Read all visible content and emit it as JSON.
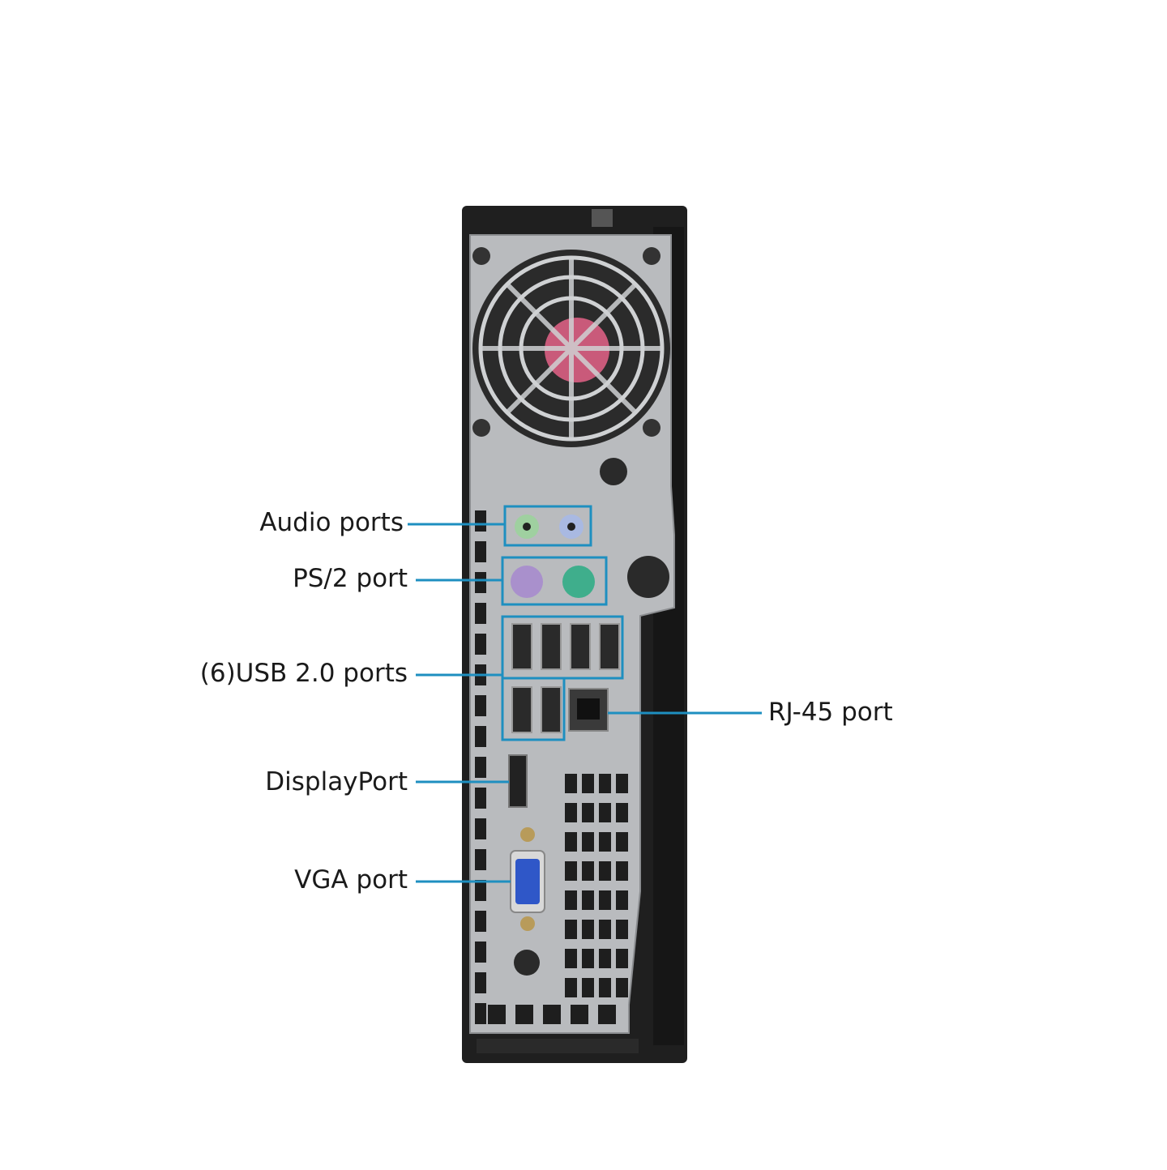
{
  "diagram": {
    "labels": {
      "audio": "Audio ports",
      "ps2": "PS/2 port",
      "usb": "(6)USB 2.0 ports",
      "rj45": "RJ-45 port",
      "displayport": "DisplayPort",
      "vga": "VGA port"
    },
    "colors": {
      "callout": "#1e8fc0",
      "chassis": "#1f1f1f",
      "plate": "#b9bbbe",
      "port_dark": "#2a2a2a",
      "audio_green": "#9fd0a0",
      "audio_blue": "#a9b9e2",
      "ps2_purple": "#a990cc",
      "ps2_green": "#3fae8c",
      "vga_blue": "#2f57c8"
    }
  }
}
